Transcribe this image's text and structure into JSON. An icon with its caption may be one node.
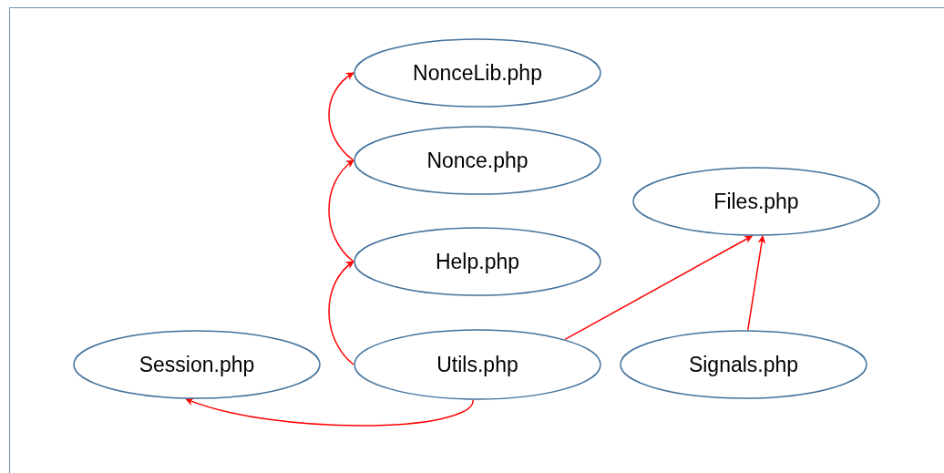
{
  "diagram": {
    "nodes": [
      {
        "text": [
          "NonceLib.php"
        ]
      },
      {
        "text": [
          "Nonce.php"
        ]
      },
      {
        "text": [
          "Files.php"
        ]
      },
      {
        "text": [
          "Help.php"
        ]
      },
      {
        "text": [
          "Session.php"
        ]
      },
      {
        "text": [
          "Utils.php"
        ]
      },
      {
        "text": [
          "Signals.php"
        ]
      }
    ],
    "edges": [
      {
        "from": 1,
        "to": 0,
        "arrow": "to",
        "color": "#ff0000"
      },
      {
        "from": 3,
        "to": 1,
        "arrow": "to",
        "color": "#ff0000"
      },
      {
        "from": 5,
        "to": 3,
        "arrow": "to",
        "color": "#ff0000"
      },
      {
        "from": 5,
        "to": 2,
        "arrow": "to",
        "color": "#ff0000"
      },
      {
        "from": 6,
        "to": 2,
        "arrow": "to",
        "color": "#ff0000"
      },
      {
        "from": 5,
        "to": 4,
        "arrow": "to",
        "color": "#ff0000"
      }
    ]
  }
}
